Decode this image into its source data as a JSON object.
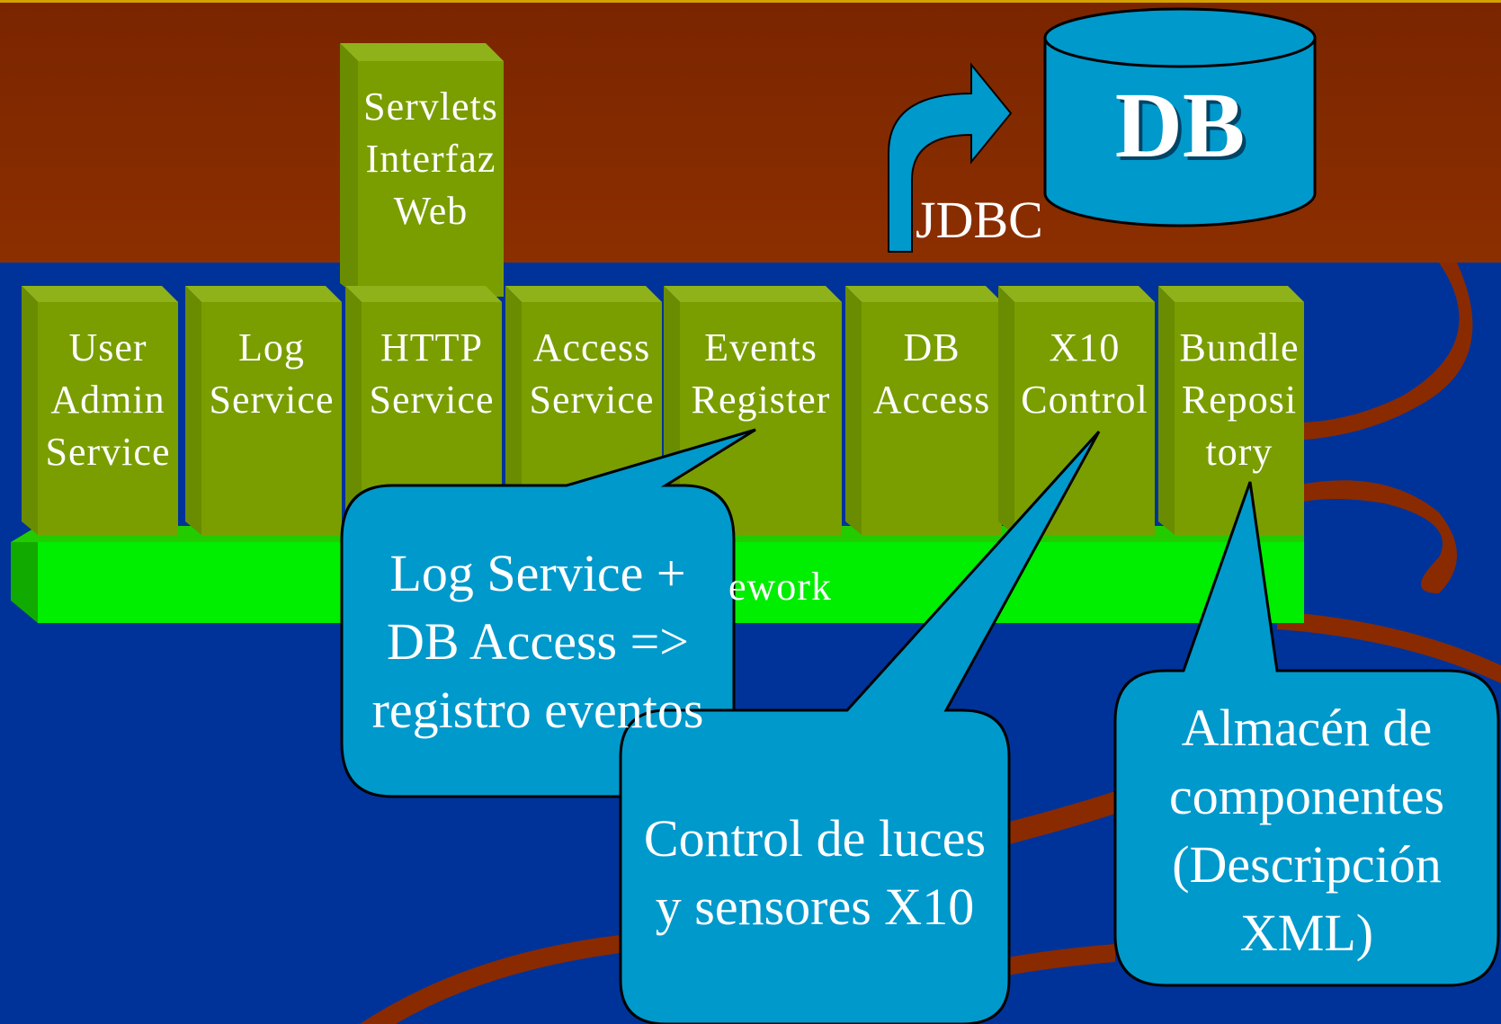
{
  "slide": {
    "colors": {
      "top_band": "#8a2a00",
      "bottom_band": "#003399",
      "bundle": "#7a9e00",
      "framework": "#00ee00",
      "bubble": "#0099cc",
      "ribbon": "#8a2a00"
    },
    "db": {
      "label": "DB",
      "connector": "JDBC"
    },
    "servlets": {
      "label": "Servlets\nInterfaz\nWeb"
    },
    "bundles": [
      {
        "label": "User\nAdmin\nService"
      },
      {
        "label": "Log\nService"
      },
      {
        "label": "HTTP\nService"
      },
      {
        "label": "Access\nService"
      },
      {
        "label": "Events\nRegister"
      },
      {
        "label": "DB\nAccess"
      },
      {
        "label": "X10\nControl"
      },
      {
        "label": "Bundle\nReposi\ntory"
      }
    ],
    "framework": {
      "label_visible": "ework"
    },
    "callouts": [
      {
        "text": "Log Service +\nDB Access =>\nregistro eventos"
      },
      {
        "text": "Control de luces\ny sensores X10"
      },
      {
        "text": "Almacén de\ncomponentes\n(Descripción\nXML)"
      }
    ]
  }
}
